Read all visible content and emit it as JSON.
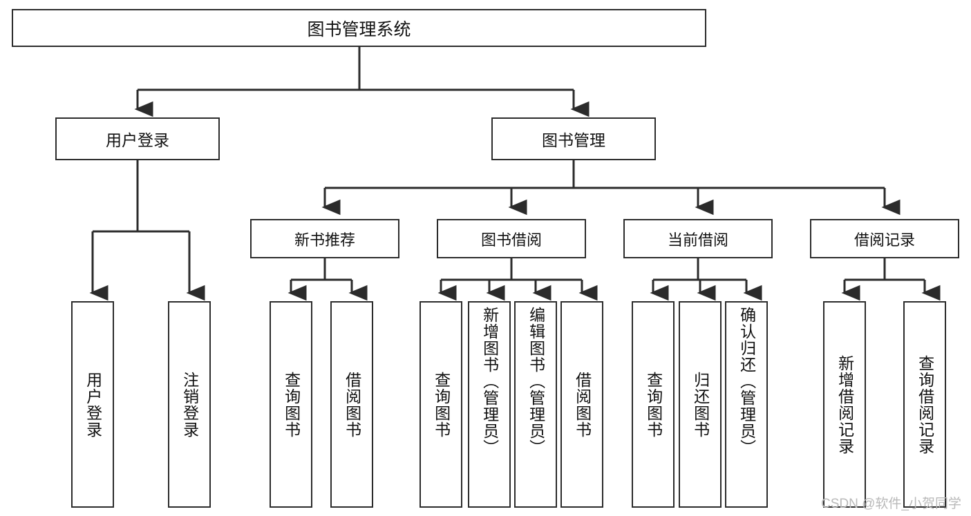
{
  "diagram": {
    "title": "图书管理系统",
    "root": {
      "label": "图书管理系统"
    },
    "tier2": [
      {
        "label": "用户登录"
      },
      {
        "label": "图书管理"
      }
    ],
    "tier3": [
      {
        "label": "新书推荐"
      },
      {
        "label": "图书借阅"
      },
      {
        "label": "当前借阅"
      },
      {
        "label": "借阅记录"
      }
    ],
    "leaves": {
      "user_login": [
        {
          "label": "用户登录"
        },
        {
          "label": "注销登录"
        }
      ],
      "new_book_recommend": [
        {
          "label": "查询图书"
        },
        {
          "label": "借阅图书"
        }
      ],
      "book_borrow": [
        {
          "label": "查询图书"
        },
        {
          "label": "新增图书（管理员）"
        },
        {
          "label": "编辑图书（管理员）"
        },
        {
          "label": "借阅图书"
        }
      ],
      "current_borrow": [
        {
          "label": "查询图书"
        },
        {
          "label": "归还图书"
        },
        {
          "label": "确认归还（管理员）"
        }
      ],
      "borrow_record": [
        {
          "label": "新增借阅记录"
        },
        {
          "label": "查询借阅记录"
        }
      ]
    }
  },
  "watermark": {
    "text": "CSDN @软件_小贺同学"
  },
  "colors": {
    "stroke": "#2b2b2b",
    "background": "#ffffff",
    "text": "#111111",
    "watermark": "#b9b9b9"
  }
}
